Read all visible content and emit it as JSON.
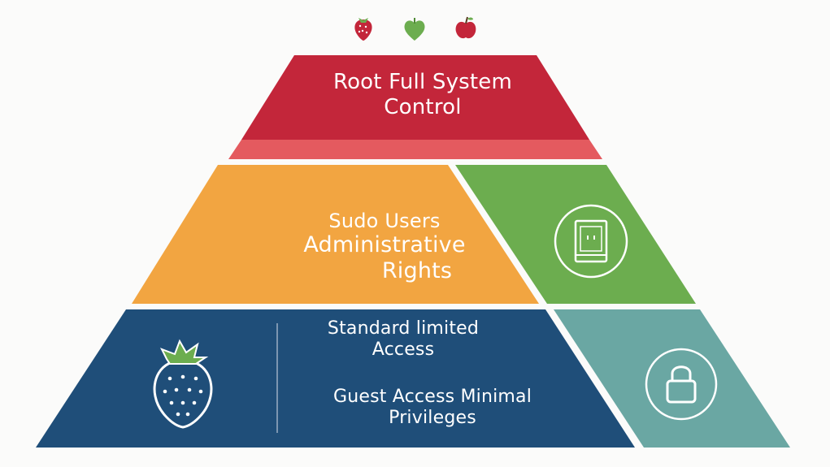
{
  "tiers": {
    "root": {
      "line1": "Root Full System",
      "line2": "Control",
      "color": "#c3263a",
      "band_color": "#e45a5f"
    },
    "sudo": {
      "line1": "Sudo Users",
      "line2": "Administrative",
      "line3": "Rights",
      "color": "#f2a541"
    },
    "standard": {
      "line1": "Standard limited",
      "line2": "Access",
      "color": "#1f4e79"
    },
    "guest": {
      "line1": "Guest Access Minimal",
      "line2": "Privileges"
    },
    "side_upper": {
      "color": "#6cad4f",
      "icon": "server-icon"
    },
    "side_lower": {
      "color": "#6aa7a3",
      "icon": "lock-icon"
    }
  },
  "top_icons": [
    "strawberry-icon",
    "leaf-heart-icon",
    "apple-icon"
  ],
  "base_icon": "strawberry-icon"
}
